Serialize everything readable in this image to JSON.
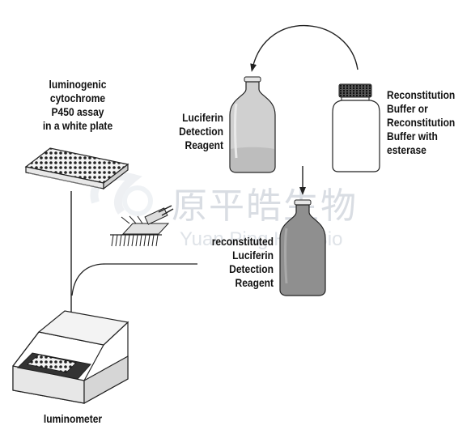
{
  "labels": {
    "assay": [
      "luminogenic",
      "cytochrome",
      "P450 assay",
      "in a white plate"
    ],
    "luciferin_reagent": [
      "Luciferin",
      "Detection",
      "Reagent"
    ],
    "buffer": [
      "Reconstitution",
      "Buffer or",
      "Reconstitution",
      "Buffer with",
      "esterase"
    ],
    "reconstituted": [
      "reconstituted",
      "Luciferin",
      "Detection",
      "Reagent"
    ],
    "luminometer": "luminometer"
  },
  "watermark": {
    "chinese": "原平皓生物",
    "english": "Yuan Ping Hao Bio"
  },
  "colors": {
    "liquid_light": "#c4c4c4",
    "liquid_dark": "#8c8c8c",
    "bottle_glass": "#d4d4d4",
    "watermark": "#d9dde3"
  }
}
